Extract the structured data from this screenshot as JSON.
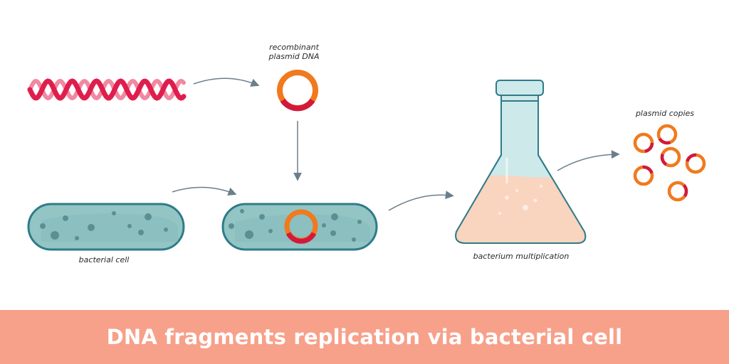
{
  "labels": {
    "recombinant_line1": "recombinant",
    "recombinant_line2": "plasmid DNA",
    "bacterial_cell": "bacterial cell",
    "bacterium_multiplication": "bacterium multiplication",
    "plasmid_copies": "plasmid copies"
  },
  "banner": {
    "title": "DNA fragments replication via bacterial cell"
  },
  "colors": {
    "banner_bg": "#f7a08a",
    "dna_strand_a": "#e01e4e",
    "dna_strand_b": "#f08aa0",
    "plasmid_orange": "#f07a1e",
    "plasmid_insert": "#d2193c",
    "cell_fill": "#93c5c5",
    "cell_stroke": "#2f7b88",
    "cell_dots": "#5b8f92",
    "flask_glass": "#cde9ea",
    "flask_liquid": "#f9d4bf",
    "arrow": "#6a7f8c"
  },
  "icons": [
    "dna-helix-icon",
    "plasmid-ring-icon",
    "bacterium-icon",
    "erlenmeyer-flask-icon",
    "arrow-icon"
  ]
}
